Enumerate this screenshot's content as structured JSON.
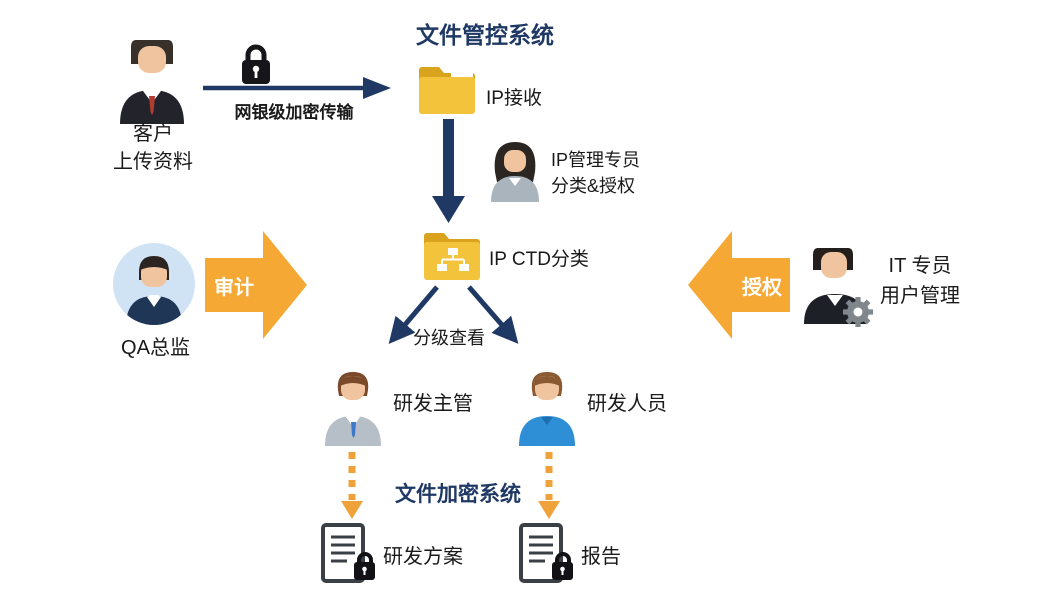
{
  "titles": {
    "file_control_system": "文件管控系统",
    "file_encryption_system": "文件加密系统"
  },
  "nodes": {
    "customer": {
      "line1": "客户",
      "line2": "上传资料"
    },
    "transfer_label": "网银级加密传输",
    "ip_receive": "IP接收",
    "ip_manager": {
      "line1": "IP管理专员",
      "line2": "分类&授权"
    },
    "ip_ctd": "IP CTD分类",
    "qa_director": "QA总监",
    "audit": "审计",
    "authorize": "授权",
    "it_specialist": {
      "line1": "IT 专员",
      "line2": "用户管理"
    },
    "tiered_view": "分级查看",
    "rd_supervisor": "研发主管",
    "rd_staff": "研发人员",
    "rd_plan": "研发方案",
    "report": "报告"
  },
  "icons": {
    "customer": "businessman-icon",
    "transfer": "padlock-icon",
    "ip_receive": "yellow-folder-icon",
    "ip_manager": "female-specialist-icon",
    "ip_ctd": "yellow-folder-orgchart-icon",
    "qa_director": "circle-avatar-icon",
    "it_specialist": "technician-with-gear-icon",
    "rd_supervisor": "male-supervisor-icon",
    "rd_staff": "male-staff-icon",
    "rd_plan": "locked-document-icon",
    "report": "locked-document-icon"
  },
  "colors": {
    "title_navy": "#1f3864",
    "arrow_navy": "#1f3864",
    "block_arrow_orange": "#f5a833",
    "dotted_arrow_orange": "#f0a23a",
    "folder_front": "#f3c33c",
    "folder_back": "#d9a31d",
    "text_black": "#1a1a1a"
  }
}
